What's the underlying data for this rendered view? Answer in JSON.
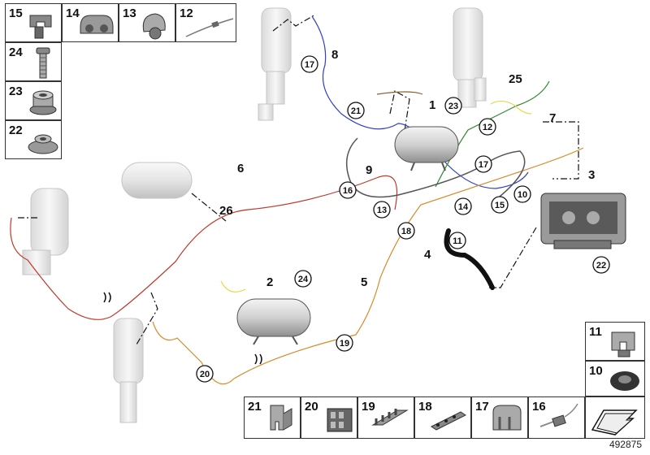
{
  "diagram_id": "492875",
  "parts_table_left": [
    "15",
    "14",
    "13",
    "12",
    "24",
    "23",
    "22"
  ],
  "parts_table_right": [
    "11",
    "10"
  ],
  "parts_table_bottom": [
    "21",
    "20",
    "19",
    "18",
    "17",
    "16"
  ],
  "callouts_plain": [
    "1",
    "2",
    "3",
    "4",
    "5",
    "6",
    "7",
    "8",
    "9",
    "25",
    "26"
  ],
  "callouts_circled": [
    "11",
    "12",
    "13",
    "14",
    "15",
    "16",
    "17",
    "17",
    "18",
    "19",
    "20",
    "21",
    "22",
    "23",
    "24",
    "10",
    "17"
  ],
  "colors": {
    "line_red": "#c0392b",
    "line_blue": "#3140c8",
    "line_orange": "#d98a2b",
    "line_green": "#2e8b2e",
    "line_brown": "#8a5a2b",
    "line_yellow": "#e6d84a",
    "line_grey": "#555555"
  }
}
